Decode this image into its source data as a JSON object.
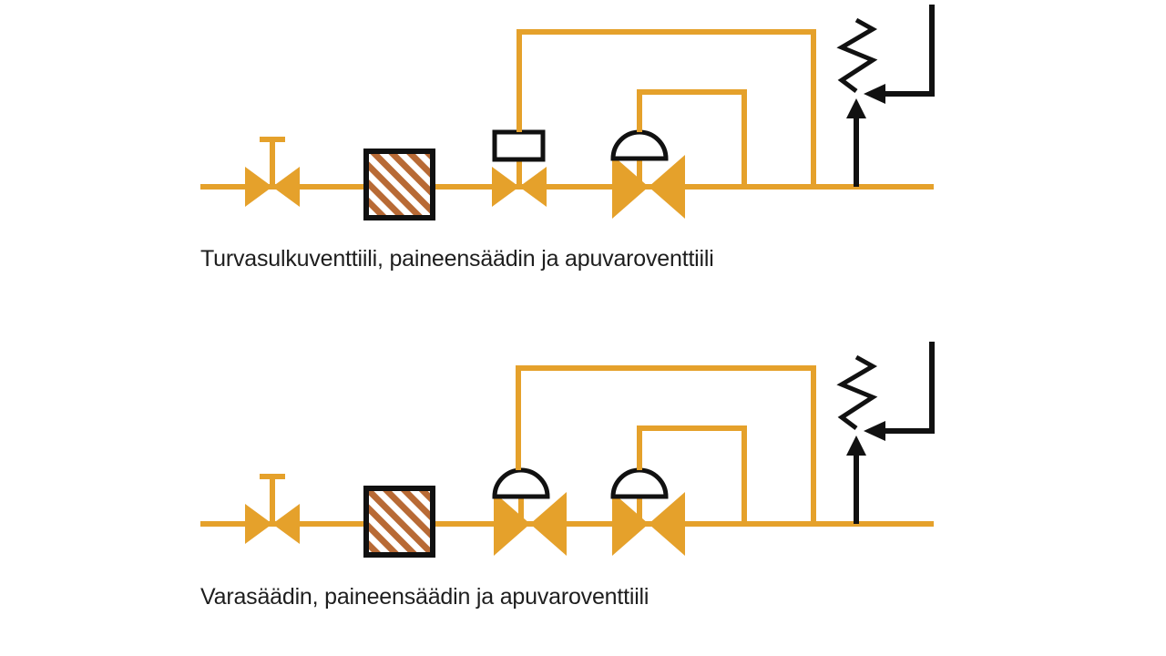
{
  "colors": {
    "pipe": "#e5a12b",
    "outline": "#111111",
    "filter_stripe": "#b86a35",
    "background": "#ffffff",
    "text": "#1e1e1e"
  },
  "diagrams": [
    {
      "caption": "Turvasulkuventtiili, paineensäädin ja apuvaroventtiili",
      "components": [
        "manual-shutoff-valve",
        "filter",
        "safety-shutoff-valve",
        "pressure-regulator",
        "relief-valve"
      ]
    },
    {
      "caption": "Varasäädin, paineensäädin ja apuvaroventtiili",
      "components": [
        "manual-shutoff-valve",
        "filter",
        "backup-regulator",
        "pressure-regulator",
        "relief-valve"
      ]
    }
  ]
}
